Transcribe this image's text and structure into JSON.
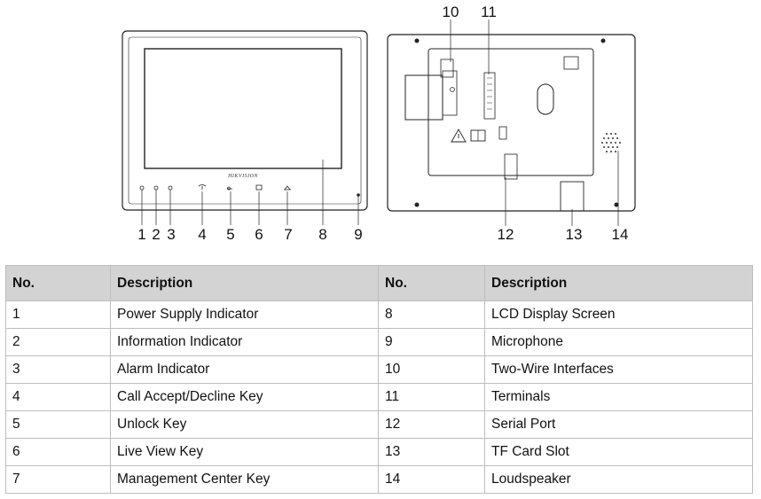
{
  "diagram": {
    "brand": "HIKVISION",
    "front_callouts": [
      "1",
      "2",
      "3",
      "4",
      "5",
      "6",
      "7",
      "8",
      "9"
    ],
    "back_callouts_top": [
      "10",
      "11"
    ],
    "back_callouts_bottom": [
      "12",
      "13",
      "14"
    ]
  },
  "table": {
    "headers": [
      "No.",
      "Description",
      "No.",
      "Description"
    ],
    "rows": [
      [
        "1",
        "Power Supply Indicator",
        "8",
        "LCD Display Screen"
      ],
      [
        "2",
        "Information Indicator",
        "9",
        "Microphone"
      ],
      [
        "3",
        "Alarm Indicator",
        "10",
        "Two-Wire Interfaces"
      ],
      [
        "4",
        "Call Accept/Decline Key",
        "11",
        "Terminals"
      ],
      [
        "5",
        "Unlock Key",
        "12",
        "Serial Port"
      ],
      [
        "6",
        "Live View Key",
        "13",
        "TF Card Slot"
      ],
      [
        "7",
        "Management Center Key",
        "14",
        "Loudspeaker"
      ]
    ]
  }
}
